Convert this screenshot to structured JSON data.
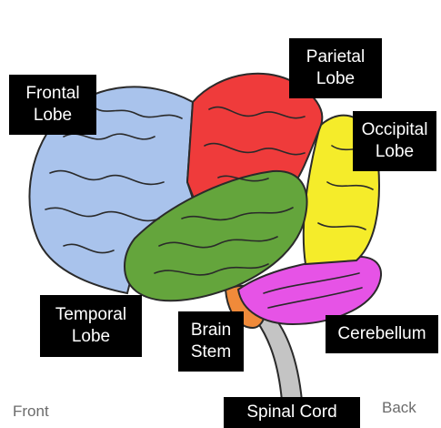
{
  "labels": {
    "frontal": [
      "Frontal",
      "Lobe"
    ],
    "parietal": [
      "Parietal",
      "Lobe"
    ],
    "occipital": [
      "Occipital",
      "Lobe"
    ],
    "temporal": [
      "Temporal",
      "Lobe"
    ],
    "brain_stem": [
      "Brain",
      "Stem"
    ],
    "cerebellum": "Cerebellum",
    "spinal_cord": "Spinal Cord"
  },
  "orientation": {
    "front": "Front",
    "back": "Back"
  },
  "colors": {
    "frontal": "#a9c3ec",
    "parietal": "#ef3b3b",
    "occipital": "#f5ec2a",
    "temporal": "#64a53c",
    "cerebellum": "#e653e6",
    "brain_stem": "#f08a3a",
    "spinal_cord": "#c4c4c4",
    "outline": "#2a2a2a"
  }
}
